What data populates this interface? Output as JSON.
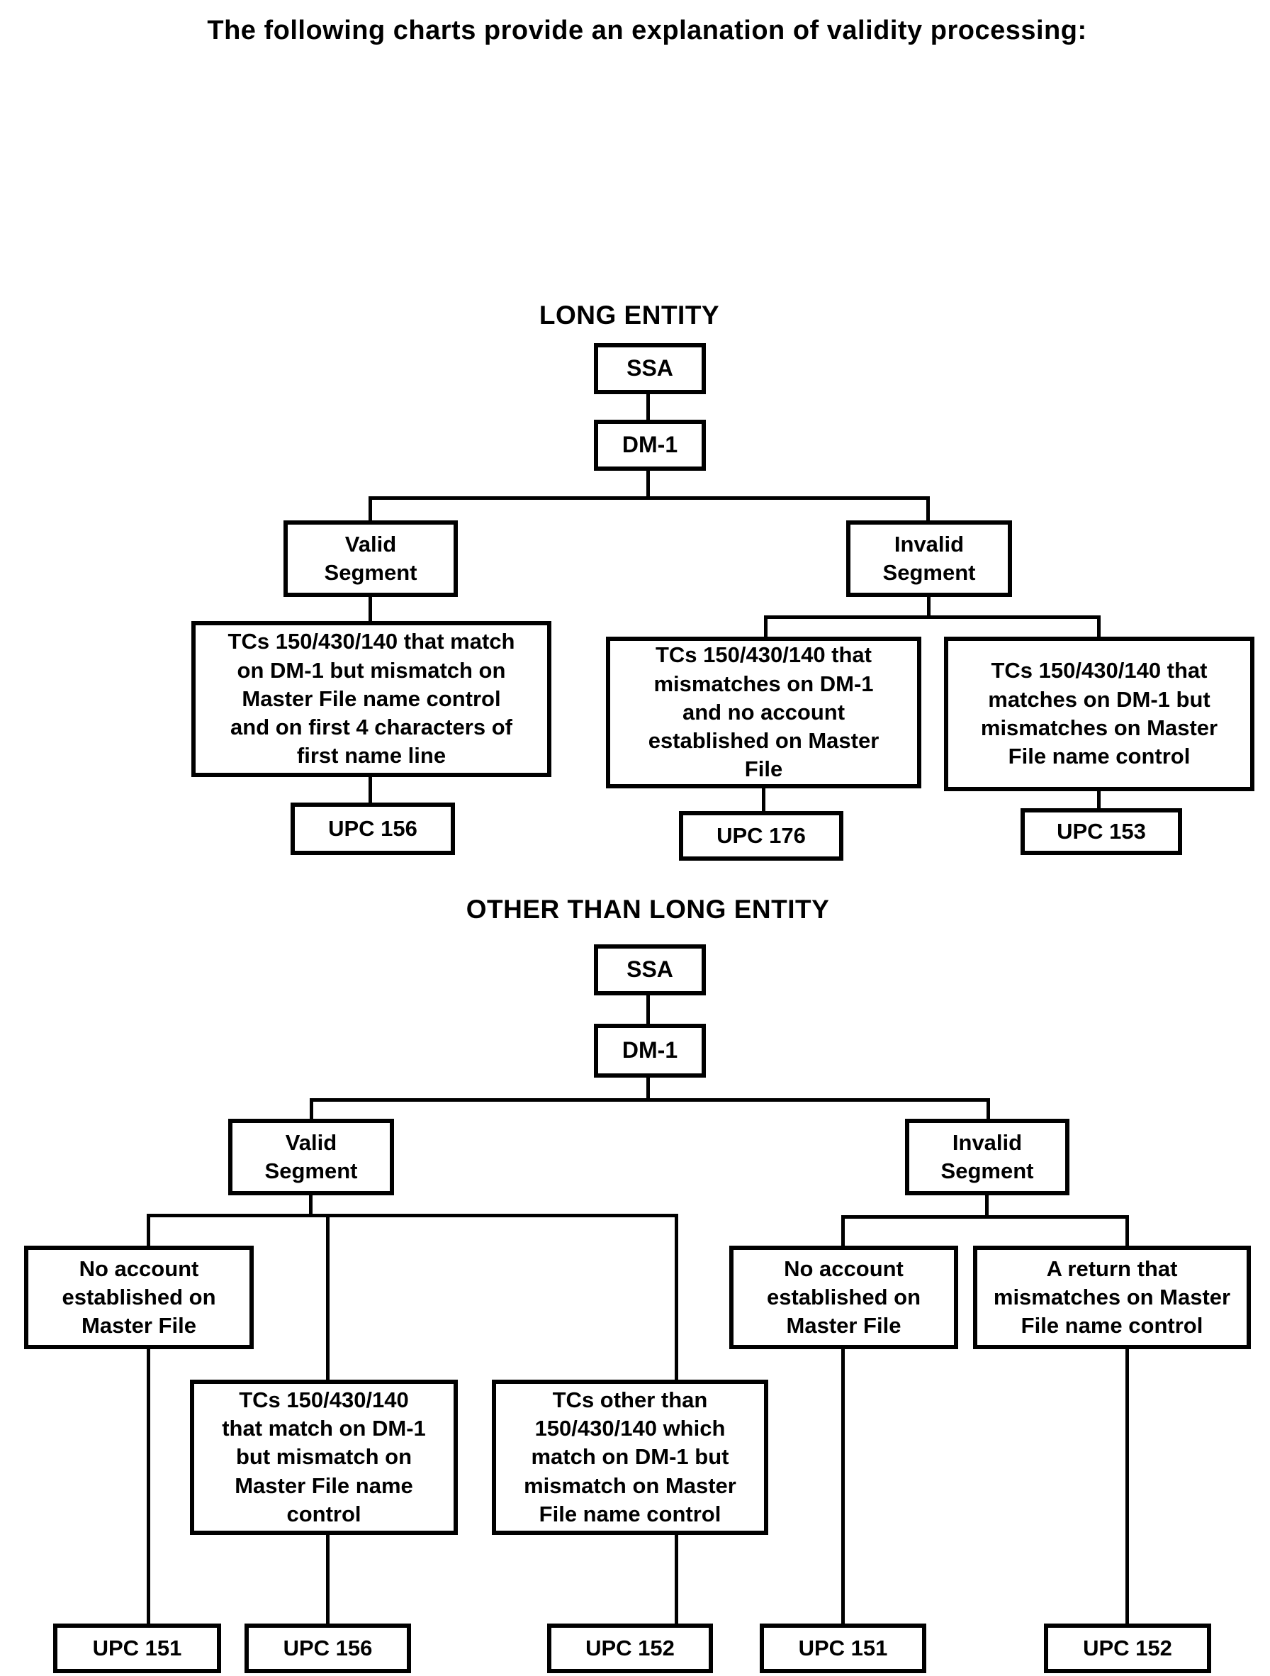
{
  "doc": {
    "title": "The following charts provide an explanation of validity processing:"
  },
  "long_entity": {
    "title": "LONG ENTITY",
    "ssa": "SSA",
    "dm1": "DM-1",
    "valid_segment": "Valid\nSegment",
    "invalid_segment": "Invalid\nSegment",
    "valid_branch": {
      "desc": "TCs 150/430/140 that match\non DM-1 but mismatch on\nMaster File name control\nand on first 4 characters of\nfirst name line",
      "upc": "UPC 156"
    },
    "invalid_branch_left": {
      "desc": "TCs 150/430/140 that\nmismatches on DM-1\nand no account\nestablished on Master\nFile",
      "upc": "UPC 176"
    },
    "invalid_branch_right": {
      "desc": "TCs 150/430/140 that\nmatches on DM-1 but\nmismatches on Master\nFile name control",
      "upc": "UPC 153"
    }
  },
  "other_entity": {
    "title": "OTHER THAN LONG ENTITY",
    "ssa": "SSA",
    "dm1": "DM-1",
    "valid_segment": "Valid\nSegment",
    "invalid_segment": "Invalid\nSegment",
    "valid_branches": [
      {
        "desc": "No account\nestablished on\nMaster File",
        "upc": "UPC 151"
      },
      {
        "desc": "TCs 150/430/140\nthat match on DM-1\nbut mismatch on\nMaster File name\ncontrol",
        "upc": "UPC 156"
      },
      {
        "desc": "TCs other than\n150/430/140 which\nmatch on DM-1 but\nmismatch on Master\nFile name control",
        "upc": "UPC 152"
      }
    ],
    "invalid_branches": [
      {
        "desc": "No account\nestablished on\nMaster File",
        "upc": "UPC 151"
      },
      {
        "desc": "A return that\nmismatches on Master\nFile name control",
        "upc": "UPC 152"
      }
    ]
  }
}
